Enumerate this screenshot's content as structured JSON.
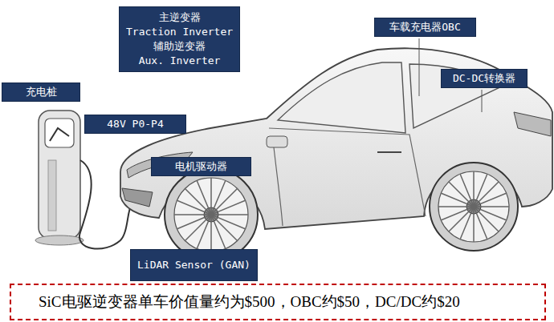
{
  "diagram": {
    "nodes": [
      {
        "text": [
          "主逆变器",
          "Traction Inverter",
          "辅助逆变器",
          "Aux. Inverter"
        ]
      },
      {
        "text": [
          "车载充电器OBC"
        ]
      },
      {
        "text": [
          "DC-DC转换器"
        ]
      },
      {
        "text": [
          "充电桩"
        ]
      },
      {
        "text": [
          "48V P0-P4"
        ]
      },
      {
        "text": [
          "电机驱动器"
        ]
      },
      {
        "text": [
          "LiDAR Sensor (GAN)"
        ]
      },
      {
        "text": [
          "SiC电驱逆变器单车价值量约为$500，OBC约$50，DC/DC约$20"
        ]
      }
    ]
  }
}
